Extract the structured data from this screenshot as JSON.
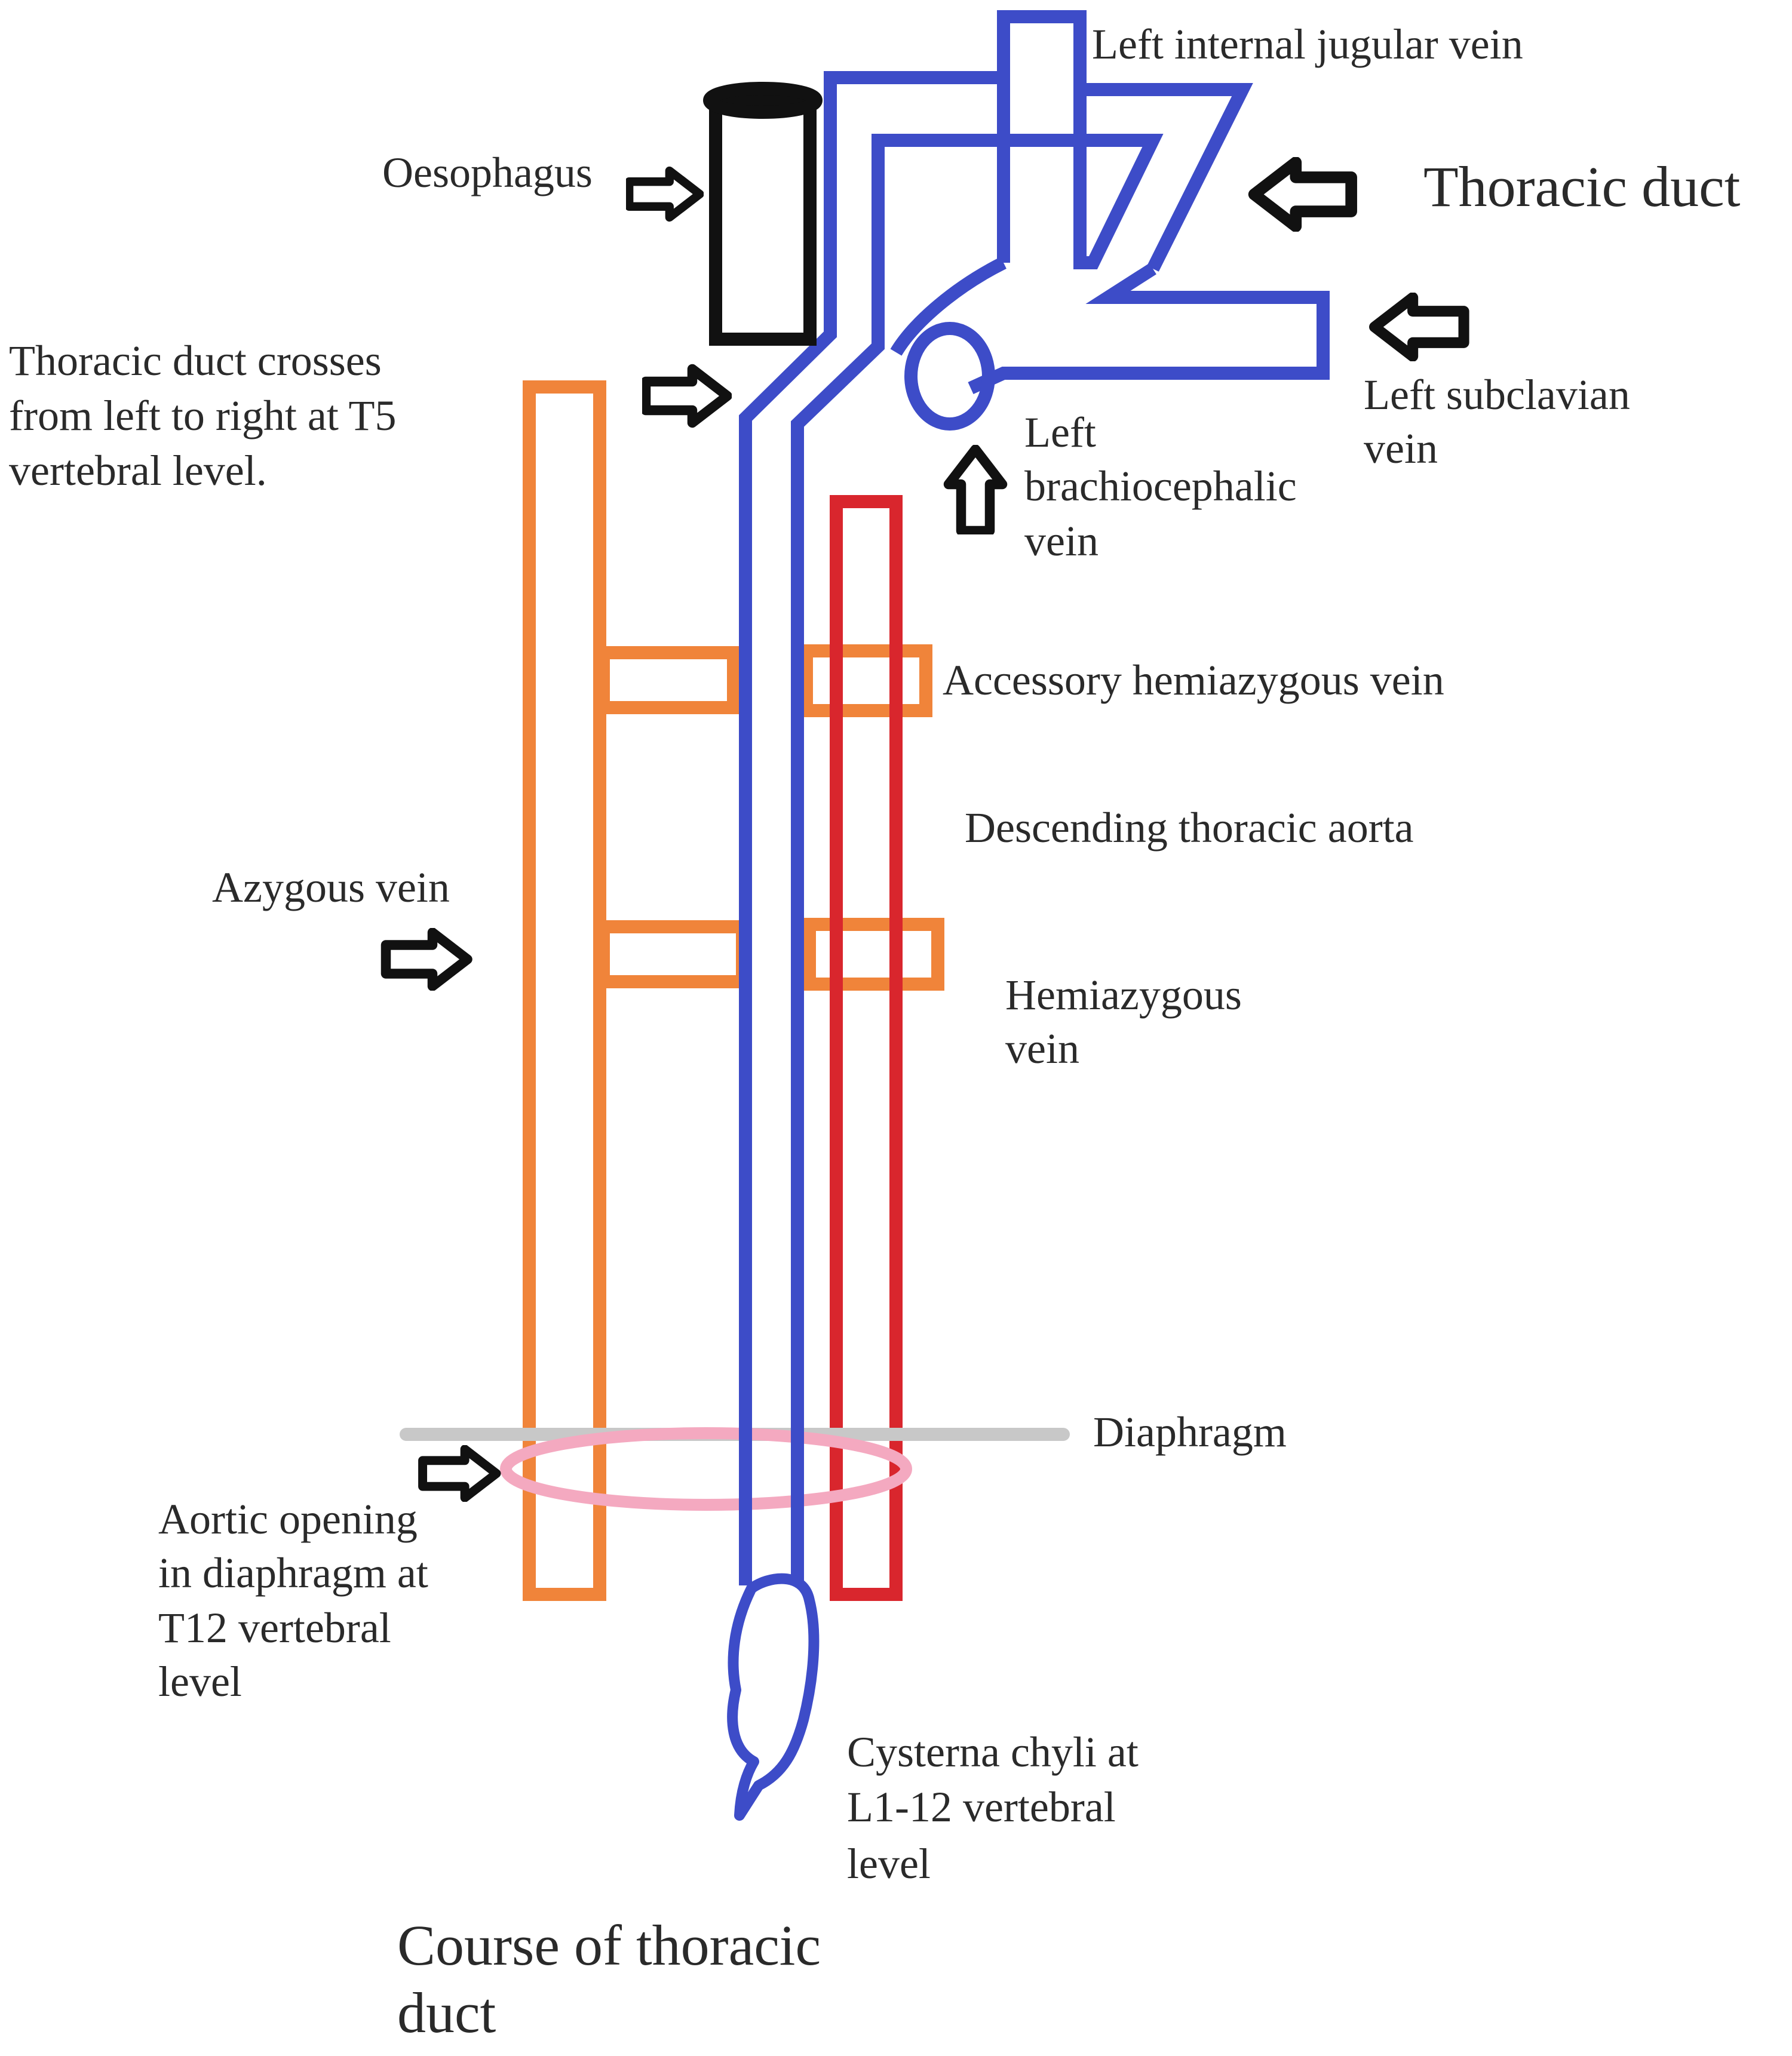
{
  "colors": {
    "thoracic_duct": "#3d4cc8",
    "azygos_system": "#f0843a",
    "aorta": "#d9262d",
    "diaphragm": "#c8c8c8",
    "aortic_opening": "#f4a9c0",
    "arrows_oesophagus": "#111111",
    "text": "#2a2a2a"
  },
  "icons": {
    "pointer_arrow": "block-arrow-icon"
  },
  "labels": {
    "left_internal_jugular_vein": "Left internal jugular vein",
    "thoracic_duct": "Thoracic duct",
    "oesophagus": "Oesophagus",
    "crosses_line1": "Thoracic duct crosses",
    "crosses_line2": "from left to right at T5",
    "crosses_line3": "vertebral level.",
    "left_subclavian_line1": "Left subclavian",
    "left_subclavian_line2": "vein",
    "brachio_line1": "Left",
    "brachio_line2": "brachiocephalic",
    "brachio_line3": "vein",
    "accessory_hemiazygous": "Accessory hemiazygous vein",
    "descending_aorta": "Descending thoracic aorta",
    "azygous_vein": "Azygous vein",
    "hemiazygous_line1": "Hemiazygous",
    "hemiazygous_line2": "vein",
    "diaphragm": "Diaphragm",
    "aortic_opening_line1": "Aortic opening",
    "aortic_opening_line2": "in diaphragm at",
    "aortic_opening_line3": "T12 vertebral",
    "aortic_opening_line4": "level",
    "cysterna_line1": "Cysterna chyli at",
    "cysterna_line2": "L1-12 vertebral",
    "cysterna_line3": "level",
    "caption_line1": "Course of thoracic",
    "caption_line2": "duct"
  }
}
